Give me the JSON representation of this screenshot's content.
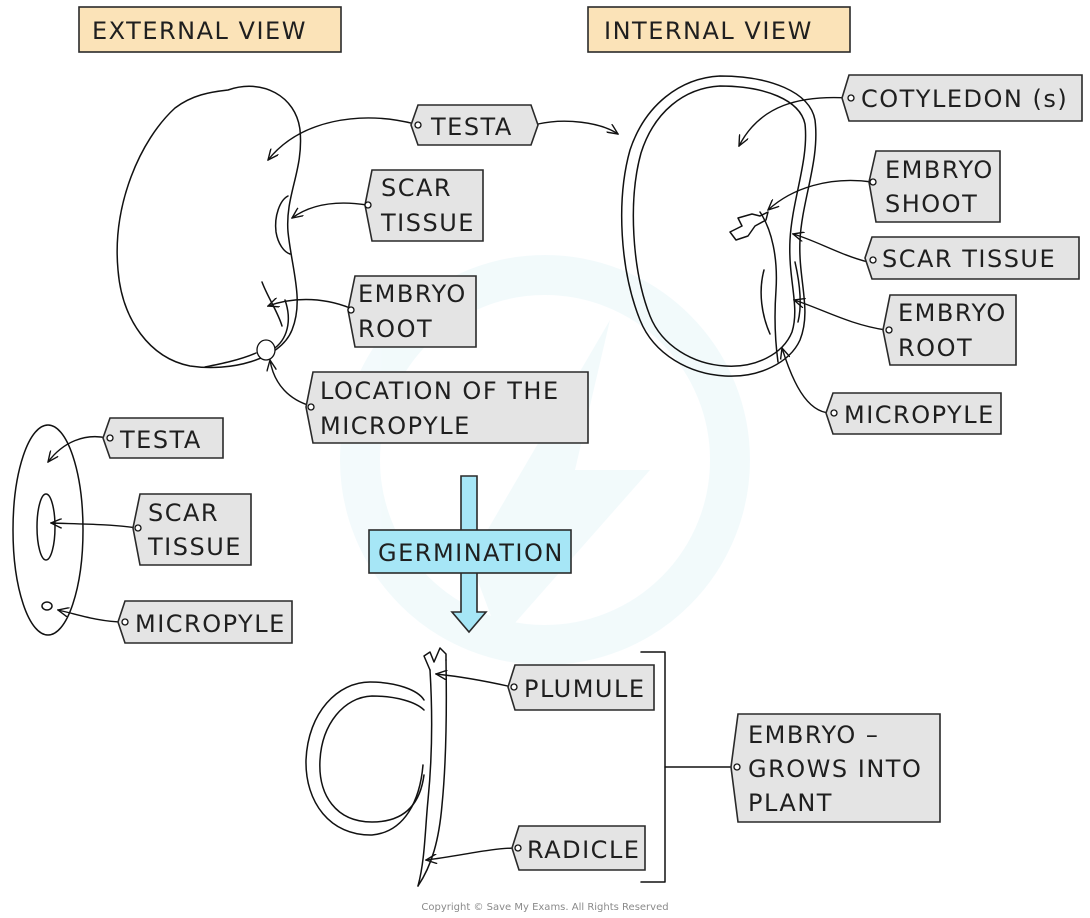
{
  "titles": {
    "external": "EXTERNAL  VIEW",
    "internal": "INTERNAL  VIEW"
  },
  "external": {
    "testa": "TESTA",
    "scar_tissue": [
      "SCAR",
      "TISSUE"
    ],
    "embryo_root": [
      "EMBRYO",
      "ROOT"
    ],
    "micropyle_location": [
      "LOCATION  OF  THE",
      "MICROPYLE"
    ]
  },
  "internal": {
    "cotyledon": "COTYLEDON  (s)",
    "embryo_shoot": [
      "EMBRYO",
      "SHOOT"
    ],
    "scar_tissue": "SCAR  TISSUE",
    "embryo_root": [
      "EMBRYO",
      "ROOT"
    ],
    "micropyle": "MICROPYLE"
  },
  "side": {
    "testa": "TESTA",
    "scar_tissue": [
      "SCAR",
      "TISSUE"
    ],
    "micropyle": "MICROPYLE"
  },
  "process": {
    "label": "GERMINATION"
  },
  "germinated": {
    "plumule": "PLUMULE",
    "radicle": "RADICLE",
    "embryo": [
      "EMBRYO  –",
      "GROWS  INTO",
      "PLANT"
    ]
  },
  "copyright": "Copyright © Save My Exams. All Rights Reserved",
  "colors": {
    "title_fill": "#fbe3b8",
    "label_fill": "#e4e4e4",
    "process_fill": "#a6e6f6"
  }
}
